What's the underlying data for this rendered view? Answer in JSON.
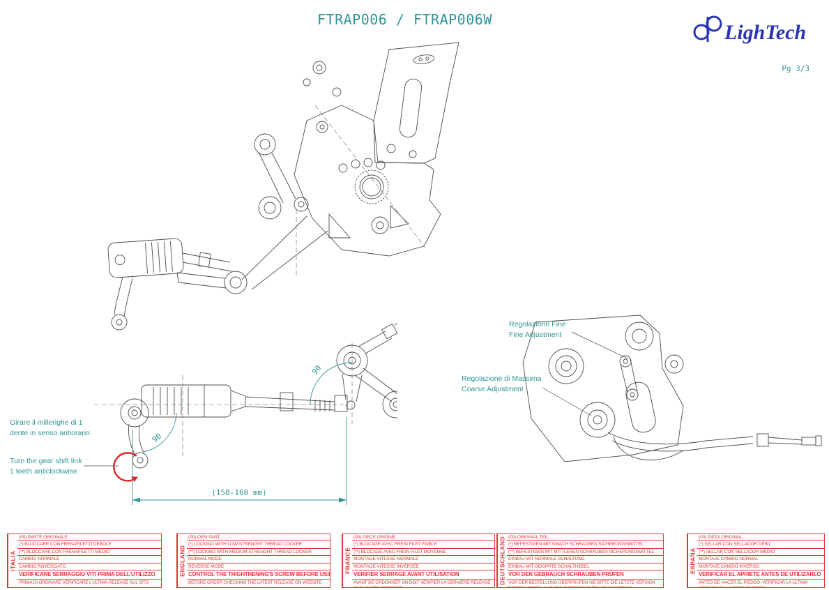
{
  "colors": {
    "teal": "#2f9494",
    "red": "#e03535",
    "blue": "#2a35b4",
    "line": "#4a4a4a"
  },
  "header": {
    "title": "FTRAP006 / FTRAP006W",
    "page": "Pg 3/3",
    "brand": "LighTech"
  },
  "notes": {
    "gear_it_1": "Girare il millerighe di 1",
    "gear_it_2": "dente in senso antiorario",
    "gear_en_1": "Turn the gear shift link",
    "gear_en_2": "1 teeth anticlockwise",
    "fine_it": "Regolazione Fine",
    "fine_en": "Fine Adjustment",
    "coarse_it": "Regolazione di Massima",
    "coarse_en": "Coarse Adjustment",
    "dimension": "(158-160 mm)",
    "angle_a": "90",
    "angle_b": "90"
  },
  "tables": [
    {
      "country": "ITALIA",
      "rows": [
        "(00) PARTE ORIGINALE",
        "(*)  BLOCCARE CON FRENAFILETTI DEBOLE",
        "(**) BLOCCARE CON FRENAFILETTI MEDIO",
        "CAMBIO NORMALE",
        "CAMBIO ROVESCIATO",
        "VERIFICARE SERRAGGIO VITI PRIMA DELL'UTILIZZO",
        "PRIMA DI ORDINARE VERIFICARE L'ULTIMA RELEASE SUL SITO"
      ]
    },
    {
      "country": "ENGLAND",
      "rows": [
        "(00) OEM PART",
        "(*)  LOCKING WITH LOW STRENGHT THREAD LOCKER",
        "(**) LOCKING WITH MEDIUM STRENGHT THREAD LOCKER",
        "NORMAL MODE",
        "REVERSE MODE",
        "CONTROL THE THIGHTHENING'S SCREW BEFORE USING",
        "BEFORE ORDER CHECKING THE LATEST RELEASE ON WEBSITE"
      ]
    },
    {
      "country": "FRANCE",
      "rows": [
        "(00) PIECE ORIGINE",
        "(*)  BLOCAGE AVEC FREIN FILET FAIBLE",
        "(**) BLOCAGE AVEC FREIN FILET MOYENNE",
        "MONTAGE VITESSE NORMALE",
        "MONTAGE VITESSE INVERSEE",
        "VERIFIER SERRAGE AVANT UTILISATION",
        "AVANT DE ORDONNER ON DOIT VÉRIFIER LA DERNIÈRE RELEASE SUR LE SITE INTERNET"
      ]
    },
    {
      "country": "DEUTSCHLAND",
      "rows": [
        "(00) ORIGINAL TEIL",
        "(*)  BEFESTIGEN MIT SWACH SCHRAUBEN SICHERUNGSMITTEL",
        "(**) BEFESTIGEN MIT MITTLEREN SCHRAUBEN SICHERUNGSMITTEL",
        "EINBAU MIT NORMALE SCHALTUNG",
        "EINBAU MIT GEKIPPTE SCHALTHEBEL",
        "VOR DEN GEBRAUCH SCHRAUBEN PRÜFEN",
        "VOR DER BESTELLUNG ÜBERPRÜFEN SIE BITTE DIE LETZTE VERSION DIESER ARTIKEL AUF DER INTERNET SEITE VON LIGHTECH"
      ]
    },
    {
      "country": "ESPAÑA",
      "rows": [
        "(00) PIEZA ORIGINAL",
        "(*)  SELLAR CON SELLADOR DEBIL",
        "(**) SELLAR CON SELLADOR MEDIO",
        "MONTAJE CAMBIO NORMAL",
        "MONTAJE CAMBIO INVERSO",
        "VERIFICAR EL APRIETE ANTES DE UTILIZARLO",
        "ANTES DE HACER EL PEDIDO, VERIFICAR LA ULTIMA VERSION EN LA WEB LIGHTECH"
      ]
    }
  ]
}
